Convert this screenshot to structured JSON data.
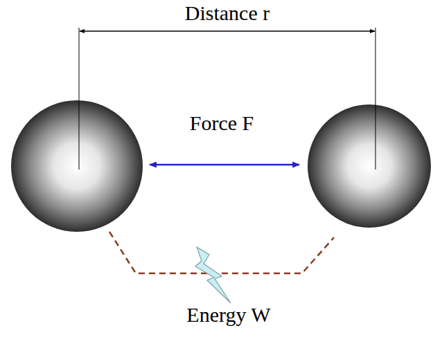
{
  "diagram": {
    "labels": [
      "Distance r",
      "Force F",
      "Energy W"
    ]
  }
}
